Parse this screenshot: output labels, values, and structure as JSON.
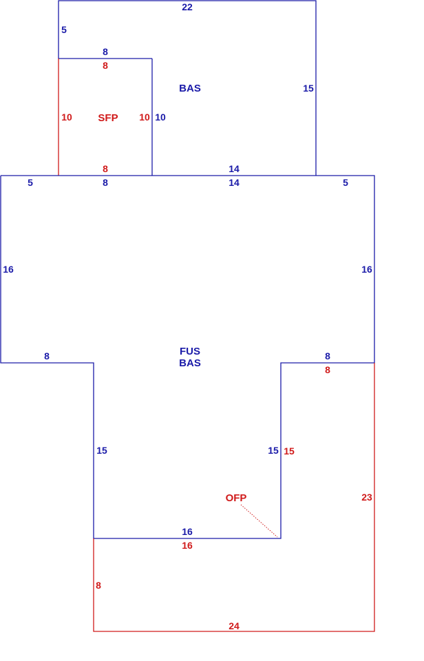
{
  "colors": {
    "primary": "#1a1aa8",
    "accent": "#d01a1a"
  },
  "areas": {
    "bas_top": "BAS",
    "sfp": "SFP",
    "fus": "FUS",
    "bas_main": "BAS",
    "ofp": "OFP"
  },
  "dims": {
    "top_22": "22",
    "left_5": "5",
    "bas_bottom_8": "8",
    "sfp_top_8": "8",
    "sfp_left_10": "10",
    "sfp_right_10": "10",
    "bas_right_10": "10",
    "right_15": "15",
    "sfp_bottom_8": "8",
    "bas_bottom_14": "14",
    "main_top_5_left": "5",
    "main_top_8": "8",
    "main_top_14": "14",
    "main_top_5_right": "5",
    "left_16": "16",
    "right_16": "16",
    "left_step_8": "8",
    "right_step_8": "8",
    "ofp_top_8": "8",
    "inner_left_15": "15",
    "inner_right_15": "15",
    "ofp_inner_15": "15",
    "ofp_right_23": "23",
    "bottom_16": "16",
    "ofp_bottom_16": "16",
    "ofp_left_8": "8",
    "ofp_bottom_24": "24"
  }
}
